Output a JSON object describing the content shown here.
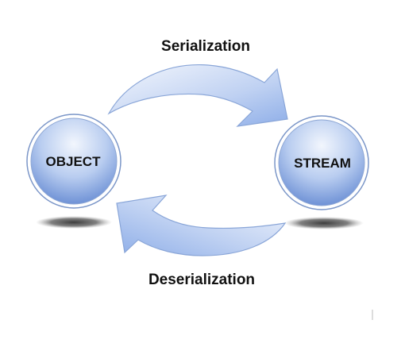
{
  "diagram": {
    "nodes": {
      "object": {
        "label": "OBJECT"
      },
      "stream": {
        "label": "STREAM"
      }
    },
    "arrows": {
      "top": {
        "label": "Serialization"
      },
      "bottom": {
        "label": "Deserialization"
      }
    }
  },
  "colors": {
    "node_light": "#e6eefb",
    "node_dark": "#6f92d6",
    "node_border": "#7b96c8",
    "arrow_light": "#eef3fc",
    "arrow_dark": "#8eaee8",
    "arrow_border": "#8aa6d8",
    "shadow": "#333333"
  }
}
